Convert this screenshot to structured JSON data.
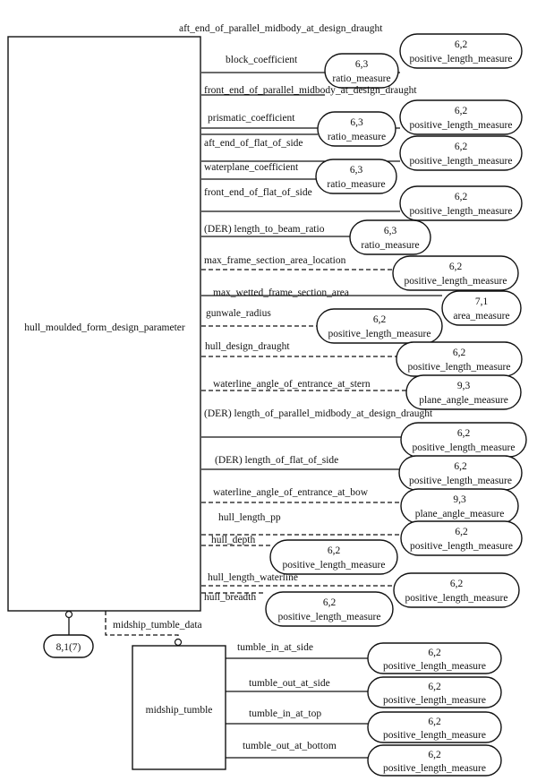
{
  "diagram": {
    "main_entity": {
      "name": "hull_moulded_form_design_parameter"
    },
    "sub_entity": {
      "name": "midship_tumble"
    },
    "page_ref": {
      "label": "8,1(7)"
    },
    "relation": {
      "label": "midship_tumble_data",
      "optional": true
    },
    "main_attributes": [
      {
        "label": "aft_end_of_parallel_midbody_at_design_draught",
        "optional": false,
        "ref": "6,2",
        "type": "positive_length_measure"
      },
      {
        "label": "block_coefficient",
        "optional": false,
        "ref": "6,3",
        "type": "ratio_measure"
      },
      {
        "label": "front_end_of_parallel_midbody_at_design_draught",
        "optional": false,
        "ref": "6,2",
        "type": "positive_length_measure"
      },
      {
        "label": "prismatic_coefficient",
        "optional": false,
        "ref": "6,3",
        "type": "ratio_measure"
      },
      {
        "label": "aft_end_of_flat_of_side",
        "optional": false,
        "ref": "6,2",
        "type": "positive_length_measure"
      },
      {
        "label": "waterplane_coefficient",
        "optional": false,
        "ref": "6,3",
        "type": "ratio_measure"
      },
      {
        "label": "front_end_of_flat_of_side",
        "optional": false,
        "ref": "6,2",
        "type": "positive_length_measure"
      },
      {
        "label": "(DER) length_to_beam_ratio",
        "optional": false,
        "ref": "6,3",
        "type": "ratio_measure"
      },
      {
        "label": "max_frame_section_area_location",
        "optional": true,
        "ref": "6,2",
        "type": "positive_length_measure"
      },
      {
        "label": "max_wetted_frame_section_area",
        "optional": false,
        "ref": "7,1",
        "type": "area_measure"
      },
      {
        "label": "gunwale_radius",
        "optional": true,
        "ref": "6,2",
        "type": "positive_length_measure"
      },
      {
        "label": "hull_design_draught",
        "optional": true,
        "ref": "6,2",
        "type": "positive_length_measure"
      },
      {
        "label": "waterline_angle_of_entrance_at_stern",
        "optional": true,
        "ref": "9,3",
        "type": "plane_angle_measure"
      },
      {
        "label": "(DER) length_of_parallel_midbody_at_design_draught",
        "optional": false,
        "ref": "6,2",
        "type": "positive_length_measure"
      },
      {
        "label": "(DER) length_of_flat_of_side",
        "optional": false,
        "ref": "6,2",
        "type": "positive_length_measure"
      },
      {
        "label": "waterline_angle_of_entrance_at_bow",
        "optional": true,
        "ref": "9,3",
        "type": "plane_angle_measure"
      },
      {
        "label": "hull_length_pp",
        "optional": true,
        "ref": "6,2",
        "type": "positive_length_measure"
      },
      {
        "label": "hull_depth",
        "optional": true,
        "ref": "6,2",
        "type": "positive_length_measure"
      },
      {
        "label": "hull_length_waterline",
        "optional": true,
        "ref": "6,2",
        "type": "positive_length_measure"
      },
      {
        "label": "hull_breadth",
        "optional": true,
        "ref": "6,2",
        "type": "positive_length_measure"
      }
    ],
    "sub_attributes": [
      {
        "label": "tumble_in_at_side",
        "optional": false,
        "ref": "6,2",
        "type": "positive_length_measure"
      },
      {
        "label": "tumble_out_at_side",
        "optional": false,
        "ref": "6,2",
        "type": "positive_length_measure"
      },
      {
        "label": "tumble_in_at_top",
        "optional": false,
        "ref": "6,2",
        "type": "positive_length_measure"
      },
      {
        "label": "tumble_out_at_bottom",
        "optional": false,
        "ref": "6,2",
        "type": "positive_length_measure"
      }
    ]
  }
}
